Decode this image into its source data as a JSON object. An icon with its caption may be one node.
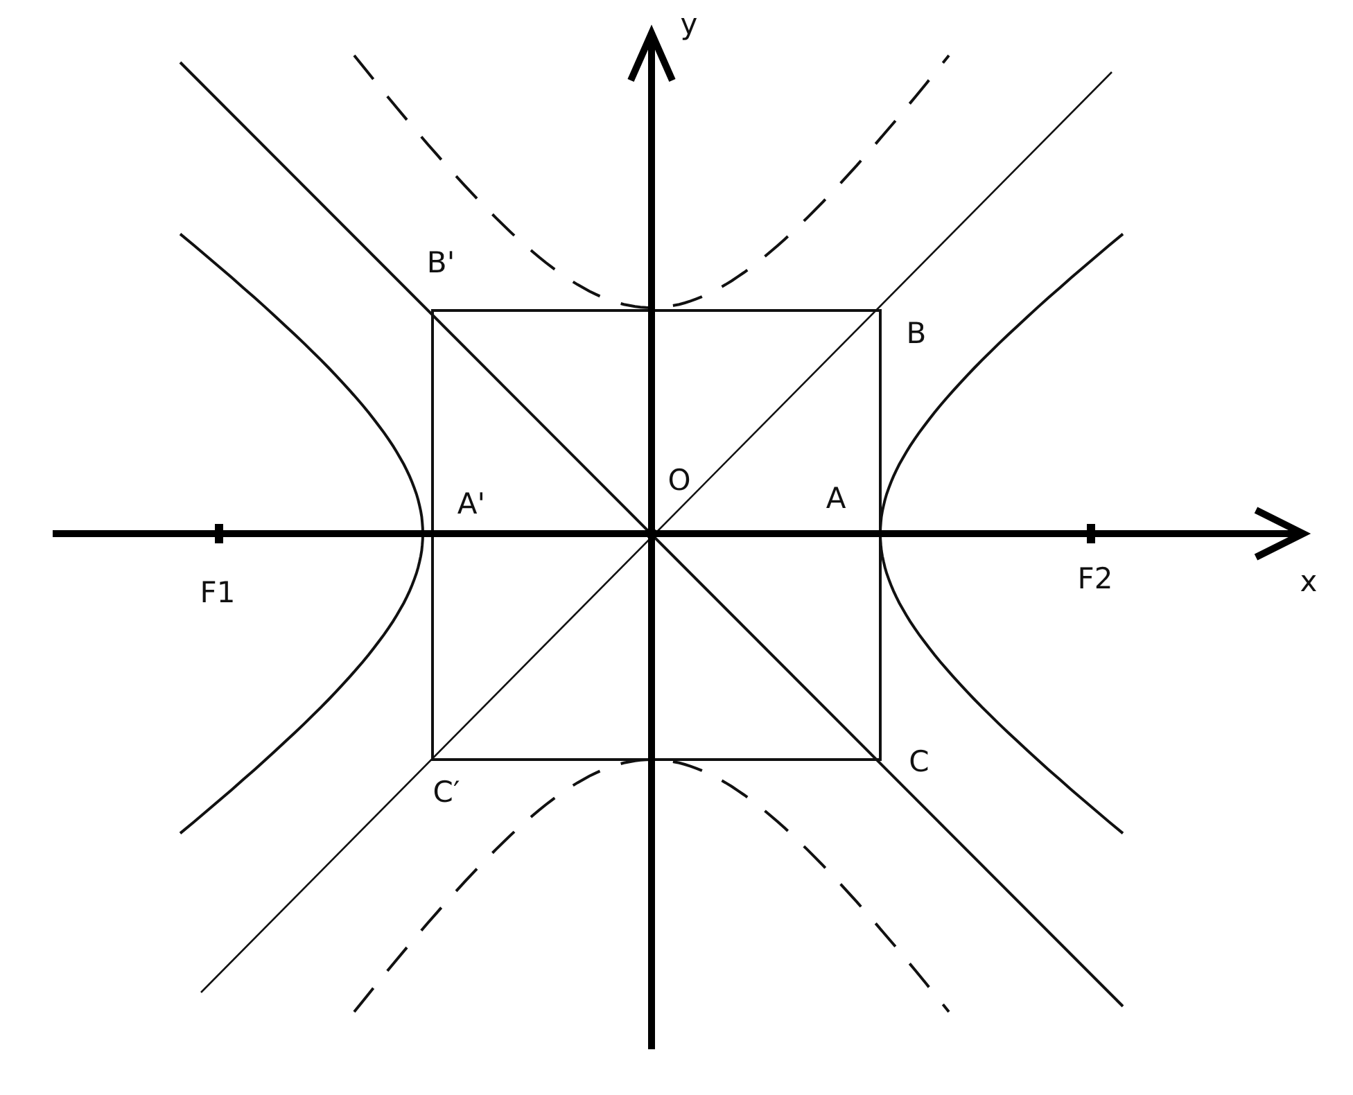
{
  "diagram": {
    "labels": [
      "y",
      "B'",
      "B",
      "A'",
      "O",
      "A",
      "F1",
      "F2",
      "x",
      "C′",
      "C"
    ]
  }
}
